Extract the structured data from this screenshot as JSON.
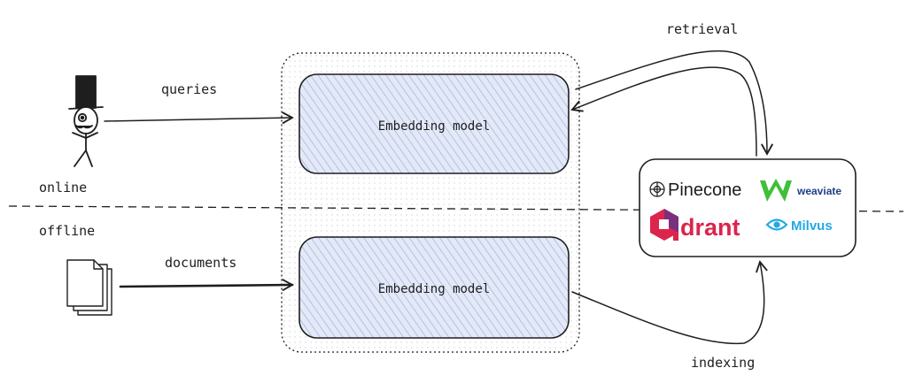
{
  "labels": {
    "queries": "queries",
    "documents": "documents",
    "online": "online",
    "offline": "offline",
    "retrieval": "retrieval",
    "indexing": "indexing"
  },
  "boxes": {
    "top_model": "Embedding model",
    "bottom_model": "Embedding model"
  },
  "vector_dbs": {
    "pinecone": "Pinecone",
    "weaviate": "weaviate",
    "qdrant": "drant",
    "milvus": "Milvus"
  },
  "colors": {
    "box_fill": "#dde3f5",
    "hatch": "#9fb0dc",
    "pinecone": "#1c1c1c",
    "weaviate_green": "#3fbf3a",
    "weaviate_text": "#1f3f86",
    "qdrant": "#dc244c",
    "qdrant_purple": "#7b2f7f",
    "milvus": "#21a9e6"
  },
  "icons": {
    "user": "stick-figure-top-hat-icon",
    "documents": "document-stack-icon",
    "pinecone_logo": "pinecone-logo-icon",
    "weaviate_logo": "weaviate-logo-icon",
    "qdrant_logo": "qdrant-logo-icon",
    "milvus_logo": "milvus-eye-logo-icon"
  }
}
